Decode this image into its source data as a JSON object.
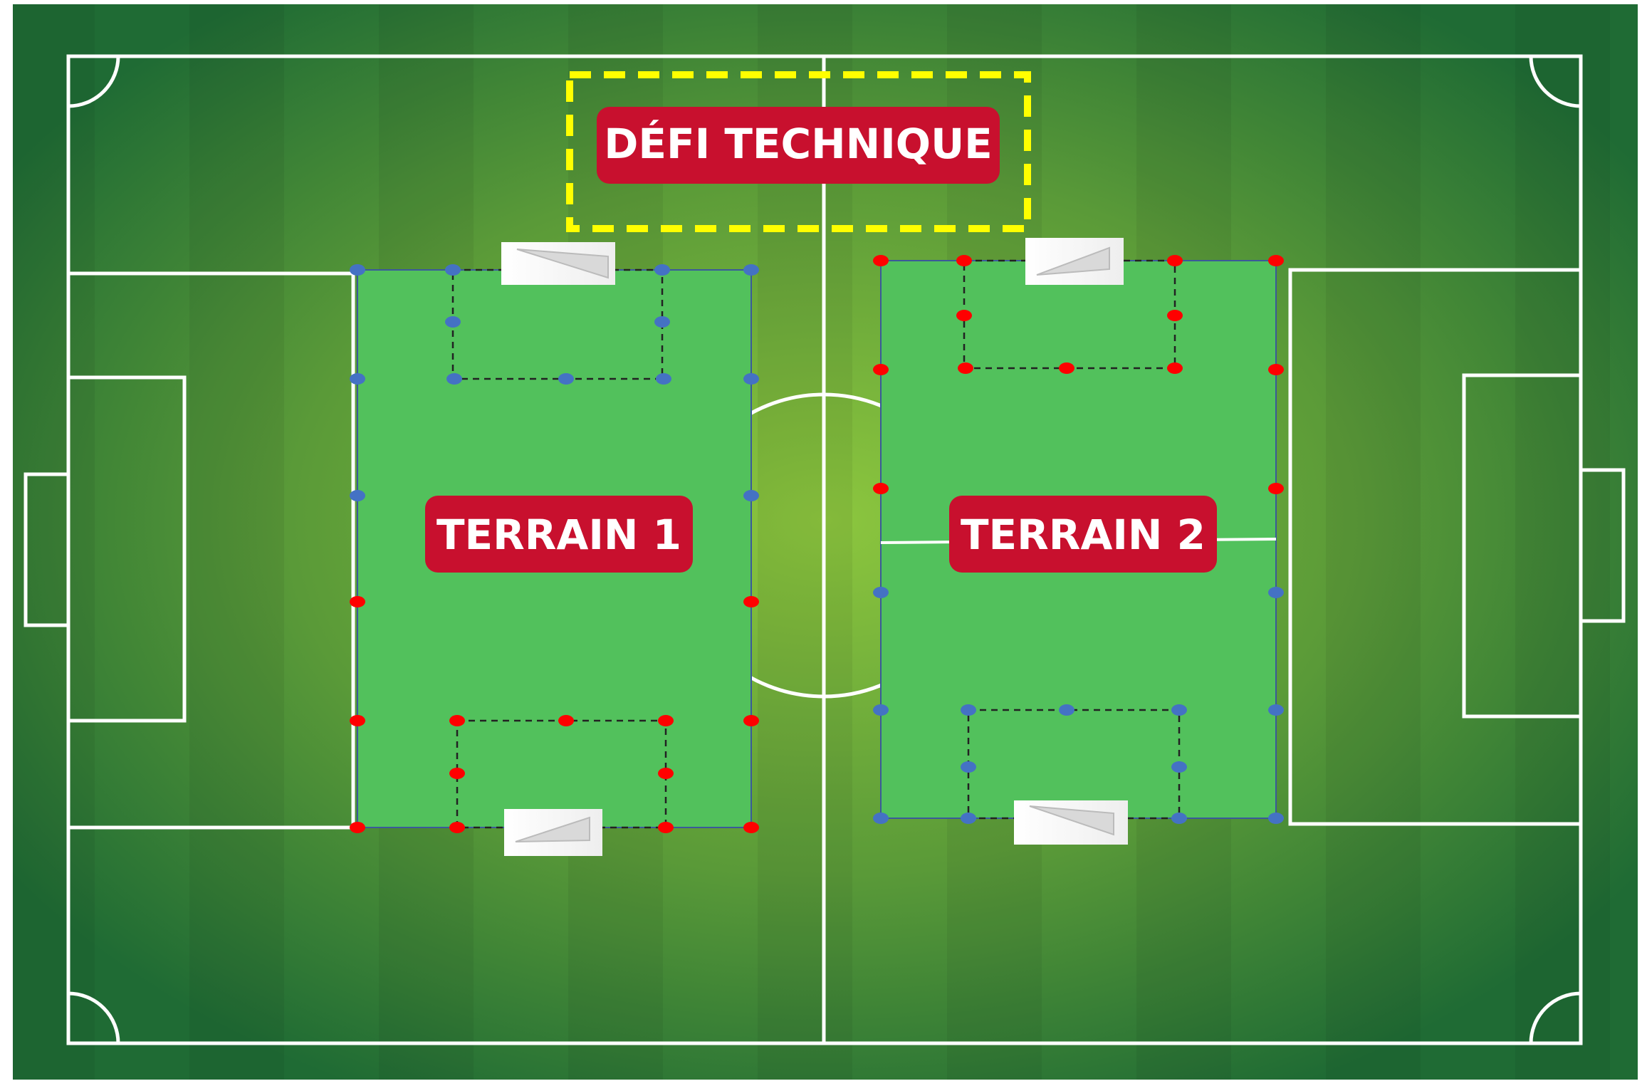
{
  "labels": {
    "defi": "DÉFI TECHNIQUE",
    "terrain1": "TERRAIN 1",
    "terrain2": "TERRAIN 2"
  },
  "colors": {
    "grass_dark": "#1f6b34",
    "grass_mid": "#5e9f3a",
    "grass_light": "#86bd3d",
    "zone_fill": "#52c15c",
    "pitch_line": "#ffffff",
    "label_bg": "#c8102e",
    "label_text": "#ffffff",
    "challenge_border": "#ffff00",
    "cone_blue": "#4472c4",
    "cone_red": "#ff0000",
    "zone_border": "#3a5a9a"
  },
  "icons": {
    "cone": "marker-cone-icon",
    "goal": "mini-goal-icon"
  }
}
